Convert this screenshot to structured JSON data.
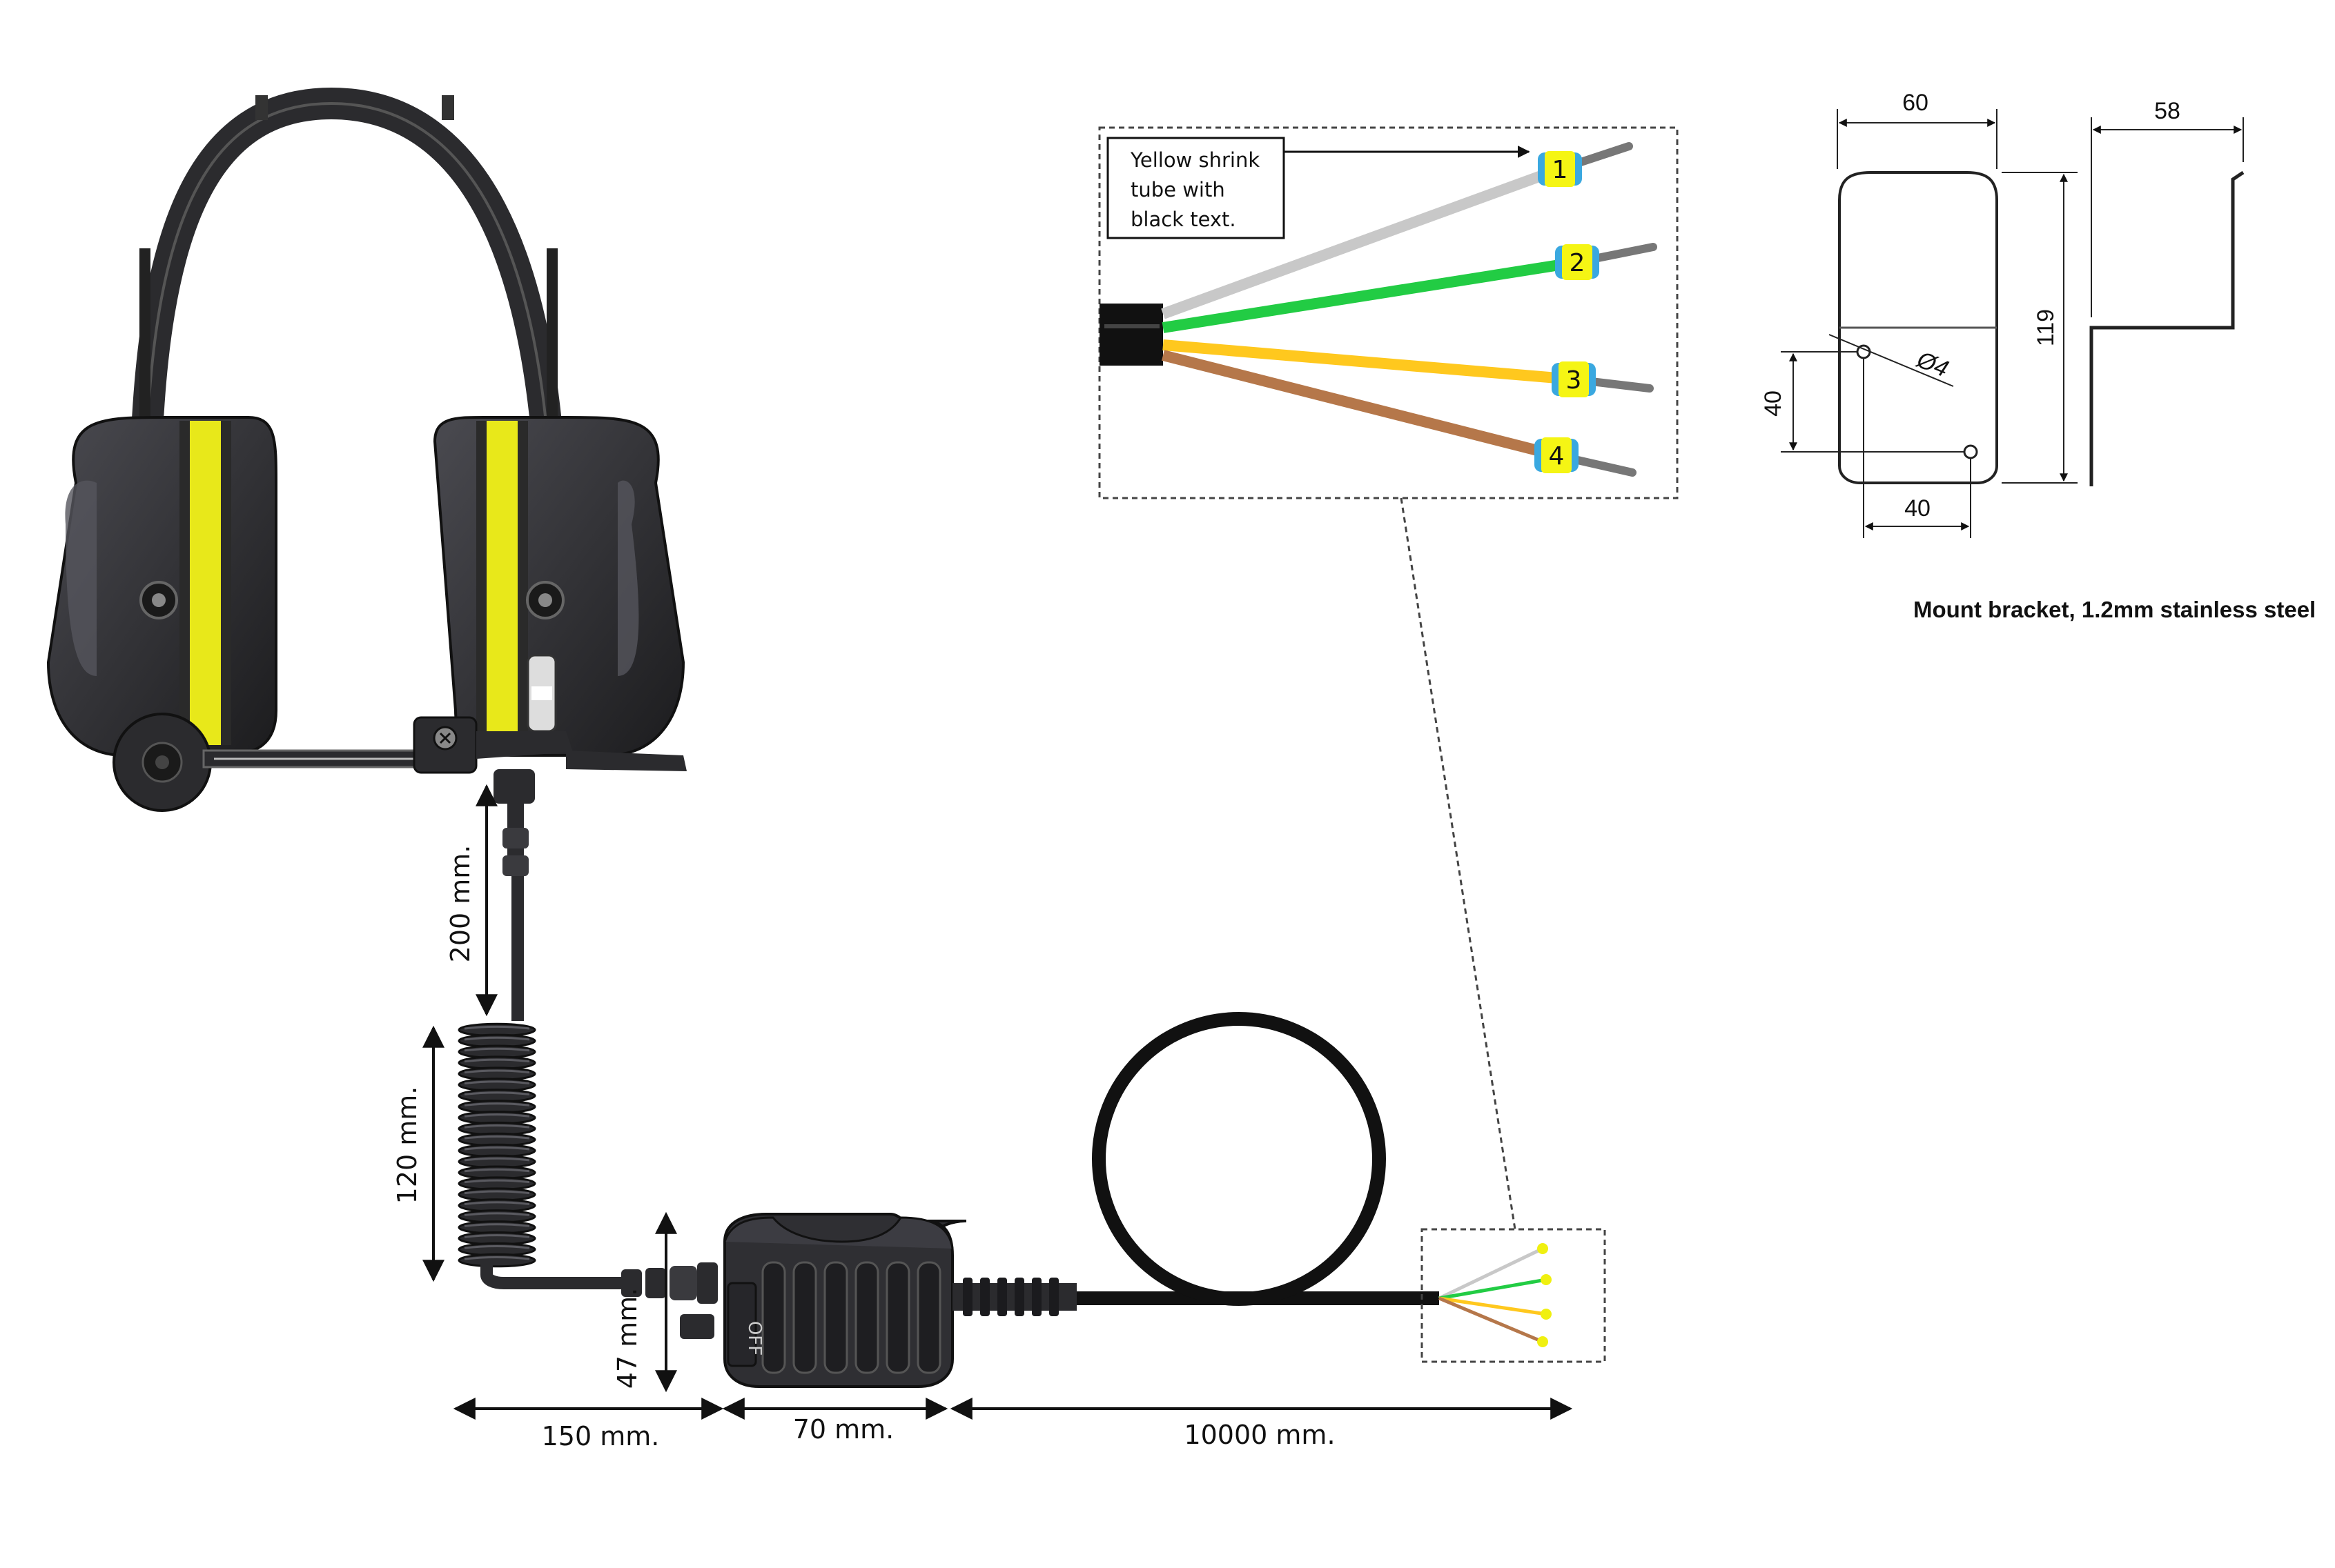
{
  "dimensions": {
    "coil_top_cable": "200 mm.",
    "coiled_cable": "120 mm.",
    "box_height": "47 mm.",
    "cable_to_box": "150 mm.",
    "box_width": "70 mm.",
    "cable_length": "10000 mm."
  },
  "wire_detail": {
    "note": [
      "Yellow shrink",
      "tube with",
      "black text."
    ],
    "labels": [
      "1",
      "2",
      "3",
      "4"
    ],
    "colors": [
      "#c8c8c8",
      "#22cc44",
      "#ffc81e",
      "#b5774a"
    ]
  },
  "bracket": {
    "width": "60",
    "depth": "58",
    "height": "119",
    "hole_spacing_v": "40",
    "hole_spacing_h": "40",
    "hole_diameter": "Ø4",
    "caption": "Mount bracket, 1.2mm stainless steel"
  },
  "colors": {
    "headset_body": "#2b2b2e",
    "accent_yellow": "#e8e81a",
    "cable": "#111111",
    "switch_label": "OFF"
  }
}
